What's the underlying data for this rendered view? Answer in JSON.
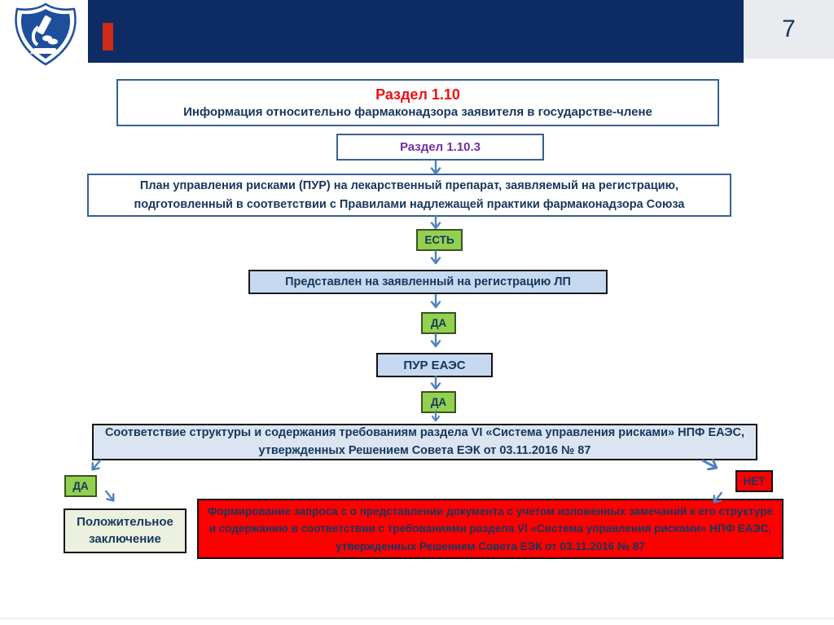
{
  "header": {
    "page_number": "7"
  },
  "icons": {
    "logo": "microscope-shield",
    "arrow": "flow-arrow-chevron"
  },
  "colors": {
    "header_navy": "#0d2c64",
    "accent_red": "#cf2a17",
    "page_number_bg": "#e9ebee",
    "box_border_blue": "#376092",
    "title_red": "#ee1111",
    "text_navy": "#17365d",
    "section_purple": "#7030a0",
    "green": "#92d050",
    "light_blue": "#c6d9f0",
    "pale_blue": "#dbe5f1",
    "pale_green": "#ebf1de",
    "bright_red": "#fe0000",
    "arrow_blue": "#4f81bd"
  },
  "flow": {
    "title_line1": "Раздел 1.10",
    "title_line2": "Информация относительно фармаконадзора заявителя в государстве-члене",
    "section_label": "Раздел 1.10.3",
    "rmp_text": "План управления рисками (ПУР) на лекарственный препарат, заявляемый на регистрацию, подготовленный в соответствии с Правилами надлежащей практики фармаконадзора Союза",
    "exists_label": "ЕСТЬ",
    "submitted_text": "Представлен на заявленный на регистрацию ЛП",
    "yes1_label": "ДА",
    "pur_label": "ПУР ЕАЭС",
    "yes2_label": "ДА",
    "compliance_text": "Соответствие структуры и содержания требованиям раздела VI «Система управления рисками» НПФ ЕАЭС, утвержденных Решением Совета ЕЭК от 03.11.2016 № 87",
    "yes3_label": "ДА",
    "no_label": "НЕТ",
    "positive_text": "Положительное заключение",
    "request_text": "Формирование запроса с  о представлении документа с учетом изложенных замечаний к его структуре и содержанию в соответствии с требованиями раздела VI «Система управления рисками» НПФ ЕАЭС, утвержденных Решением Совета ЕЭК от 03.11.2016 № 87"
  }
}
